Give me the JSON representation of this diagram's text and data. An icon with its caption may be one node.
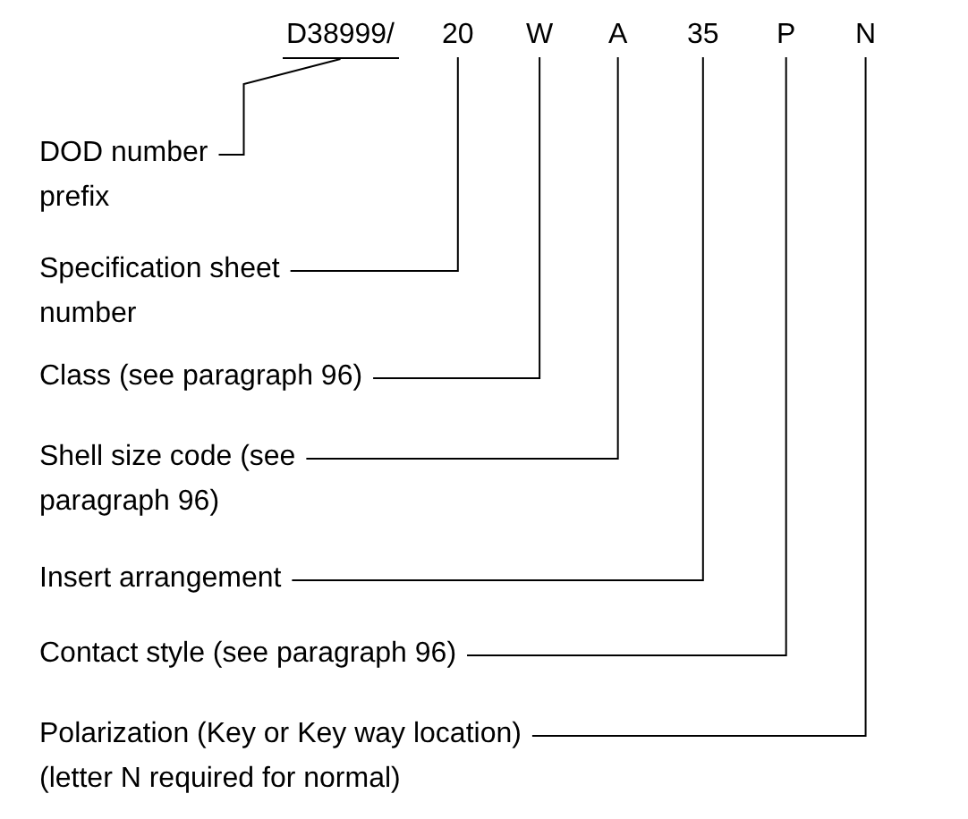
{
  "diagram": {
    "nodes": [
      {
        "text": [
          "D38999/"
        ]
      },
      {
        "text": [
          "20"
        ]
      },
      {
        "text": [
          "W"
        ]
      },
      {
        "text": [
          "A"
        ]
      },
      {
        "text": [
          "35"
        ]
      },
      {
        "text": [
          "P"
        ]
      },
      {
        "text": [
          "N"
        ]
      },
      {
        "text": [
          "DOD number prefix"
        ]
      },
      {
        "text": [
          "Specification sheet number"
        ]
      },
      {
        "text": [
          "Class (see paragraph 96)"
        ]
      },
      {
        "text": [
          "Shell size code (see paragraph 96)"
        ]
      },
      {
        "text": [
          "Insert arrangement"
        ]
      },
      {
        "text": [
          "Contact style (see paragraph 96)"
        ]
      },
      {
        "text": [
          "Polarization (Key or Key way location) (letter N required for normal)"
        ]
      }
    ],
    "edges": [
      {
        "from": 7,
        "to": 0,
        "arrow": "none"
      },
      {
        "from": 8,
        "to": 1,
        "arrow": "none"
      },
      {
        "from": 9,
        "to": 2,
        "arrow": "none"
      },
      {
        "from": 10,
        "to": 3,
        "arrow": "none"
      },
      {
        "from": 11,
        "to": 4,
        "arrow": "none"
      },
      {
        "from": 12,
        "to": 5,
        "arrow": "none"
      },
      {
        "from": 13,
        "to": 6,
        "arrow": "none"
      }
    ]
  }
}
